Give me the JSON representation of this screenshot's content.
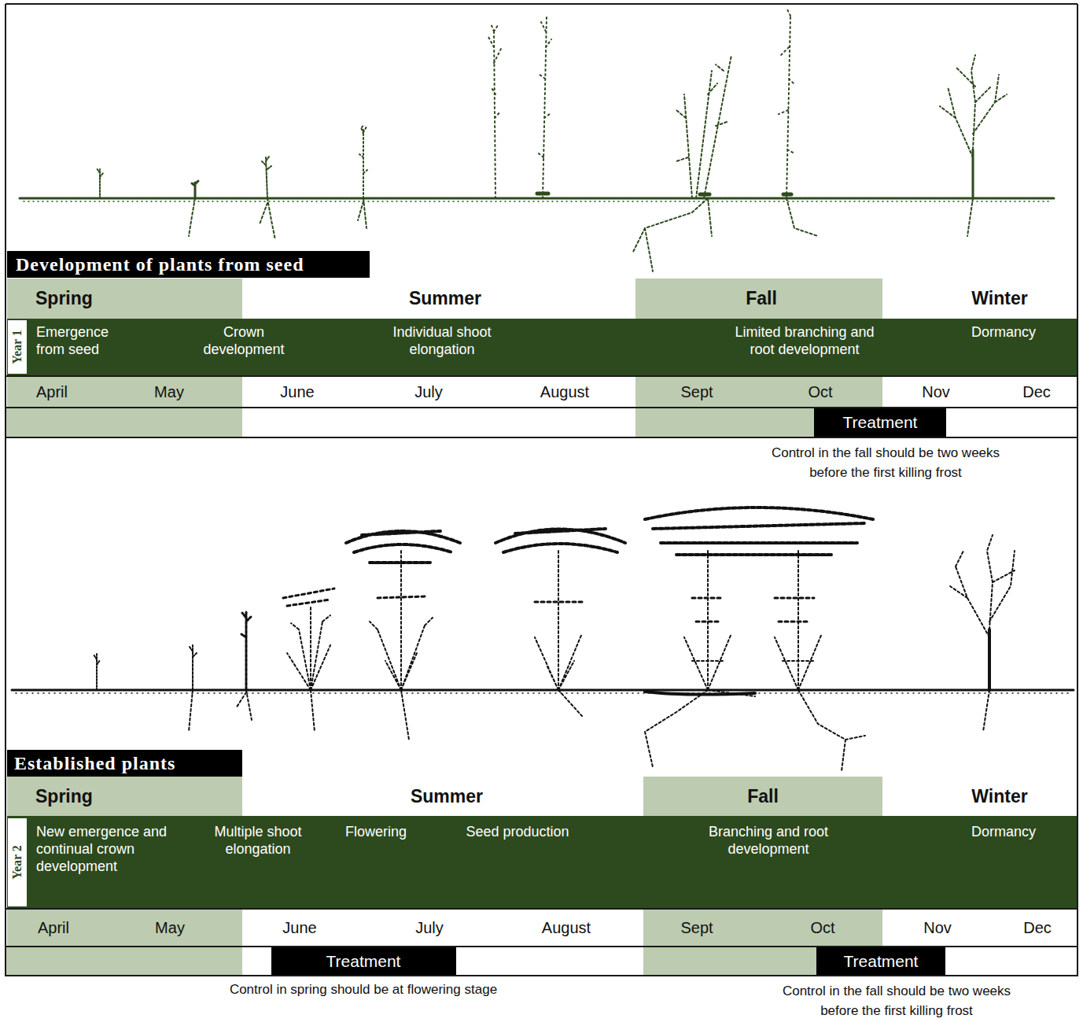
{
  "diagram": {
    "nodes": [
      {
        "text": [
          "Development of plants from seed"
        ]
      },
      {
        "text": [
          "Spring"
        ]
      },
      {
        "text": [
          "Summer"
        ]
      },
      {
        "text": [
          "Fall"
        ]
      },
      {
        "text": [
          "Winter"
        ]
      },
      {
        "text": [
          "Emergence from seed",
          "Crown development",
          "Individual shoot elongation",
          "Limited branching and root development",
          "Dormancy"
        ]
      },
      {
        "text": [
          "Year 1"
        ],
        "in": 5
      },
      {
        "text": [
          "April",
          "May"
        ]
      },
      {
        "text": [
          "June",
          "July",
          "August"
        ]
      },
      {
        "text": [
          "Sept",
          "Oct"
        ]
      },
      {
        "text": [
          "Nov",
          "Dec"
        ]
      },
      {
        "text": [
          "Treatment"
        ]
      },
      {
        "text": [
          "Established plants"
        ]
      },
      {
        "text": [
          "Spring"
        ]
      },
      {
        "text": [
          "Summer"
        ]
      },
      {
        "text": [
          "Fall"
        ]
      },
      {
        "text": [
          "Winter"
        ]
      },
      {
        "text": [
          "New emergence and continual crown development",
          "Multiple shoot elongation",
          "Flowering",
          "Seed production",
          "Branching and root development",
          "Dormancy"
        ]
      },
      {
        "text": [
          "Year 2"
        ],
        "in": 17
      },
      {
        "text": [
          "April",
          "May"
        ]
      },
      {
        "text": [
          "June",
          "July",
          "August"
        ]
      },
      {
        "text": [
          "Sept",
          "Oct"
        ]
      },
      {
        "text": [
          "Nov",
          "Dec"
        ]
      },
      {
        "text": [
          "Treatment"
        ]
      },
      {
        "text": [
          "Treatment"
        ]
      }
    ],
    "labels": [
      "Control in the fall should be two weeks before the first killing frost",
      "Control in spring should be at flowering stage",
      "Control in the fall should be two weeks before the first killing frost"
    ]
  }
}
